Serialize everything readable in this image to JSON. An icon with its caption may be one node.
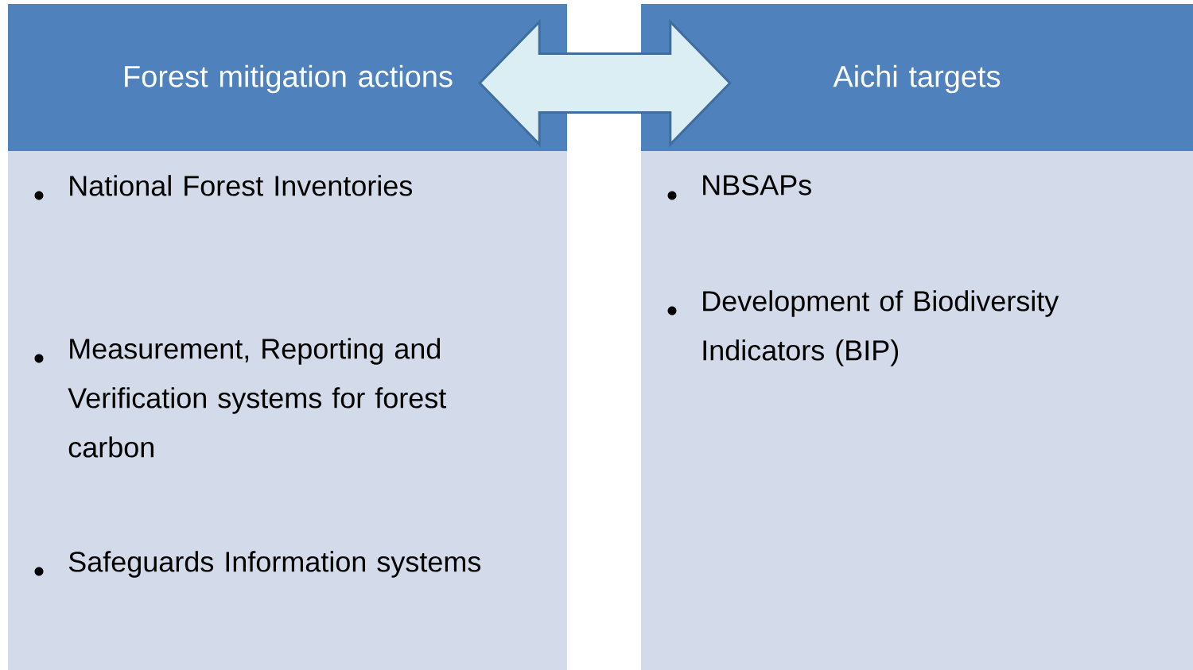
{
  "diagram": {
    "nodes": [
      {
        "text": [
          "Forest mitigation actions"
        ]
      },
      {
        "text": [
          "Aichi targets"
        ]
      },
      {
        "text": [
          "National Forest Inventories",
          "Measurement, Reporting and Verification systems for forest carbon",
          "Safeguards Information systems"
        ]
      },
      {
        "text": [
          "NBSAPs",
          "Development of Biodiversity Indicators (BIP)"
        ]
      }
    ],
    "edges": [
      {
        "from": 0,
        "to": 1,
        "arrow": "both"
      }
    ]
  }
}
